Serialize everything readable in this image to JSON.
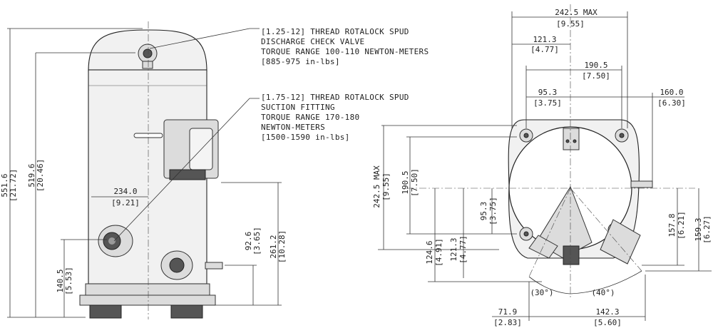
{
  "notes": {
    "discharge": [
      "[1.25-12] THREAD ROTALOCK SPUD",
      "DISCHARGE CHECK VALVE",
      "TORQUE RANGE 100-110 NEWTON-METERS",
      "[885-975 in-lbs]"
    ],
    "suction": [
      "[1.75-12] THREAD ROTALOCK SPUD",
      "SUCTION FITTING",
      "TORQUE RANGE 170-180",
      "NEWTON-METERS",
      "[1500-1590 in-lbs]"
    ]
  },
  "side_view": {
    "overall_height": {
      "mm": "551.6",
      "in": "[21.72]"
    },
    "shell_height": {
      "mm": "519.6",
      "in": "[20.46]"
    },
    "suction_to_center": {
      "mm": "234.0",
      "in": "[9.21]"
    },
    "suction_height": {
      "mm": "261.2",
      "in": "[10.28]"
    },
    "discharge_offset": {
      "mm": "92.6",
      "in": "[3.65]"
    },
    "discharge_height": {
      "mm": "140.5",
      "in": "[5.53]"
    }
  },
  "top_view": {
    "max_width": {
      "mm": "242.5 MAX",
      "in": "[9.55]"
    },
    "half_width": {
      "mm": "121.3",
      "in": "[4.77]"
    },
    "mount_spacing": {
      "mm": "190.5",
      "in": "[7.50]"
    },
    "mount_half": {
      "mm": "95.3",
      "in": "[3.75]"
    },
    "right_extent": {
      "mm": "160.0",
      "in": "[6.30]"
    },
    "max_depth": {
      "mm": "242.5 MAX",
      "in": "[9.55]"
    },
    "mount_depth": {
      "mm": "190.5",
      "in": "[7.50]"
    },
    "mount_depth_half": {
      "mm": "95.3",
      "in": "[3.75]"
    },
    "front_a": {
      "mm": "124.6",
      "in": "[4.91]"
    },
    "front_b": {
      "mm": "121.3",
      "in": "[4.77]"
    },
    "right_a": {
      "mm": "157.8",
      "in": "[6.21]"
    },
    "right_b": {
      "mm": "159.3",
      "in": "[6.27]"
    },
    "angle_left": "(30°)",
    "angle_right": "(40°)",
    "bottom_left": {
      "mm": "71.9",
      "in": "[2.83]"
    },
    "bottom_right": {
      "mm": "142.3",
      "in": "[5.60]"
    }
  }
}
